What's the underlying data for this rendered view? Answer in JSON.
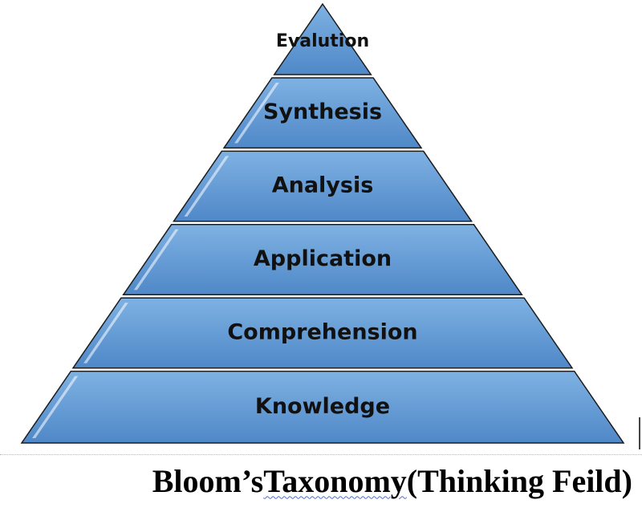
{
  "diagram": {
    "tiers": [
      {
        "label": "Evalution"
      },
      {
        "label": "Synthesis"
      },
      {
        "label": "Analysis"
      },
      {
        "label": "Application"
      },
      {
        "label": "Comprehension"
      },
      {
        "label": "Knowledge"
      }
    ],
    "caption": {
      "before": "Bloom’s ",
      "misspelled": "Taxonomy",
      "after": "(Thinking Feild)"
    }
  },
  "colors": {
    "tier_fill_top": "#7fb2e3",
    "tier_fill_bottom": "#4f88c8",
    "tier_outline": "#1c1c1c",
    "text": "#111111",
    "spell_underline": "#4a6fd0"
  }
}
